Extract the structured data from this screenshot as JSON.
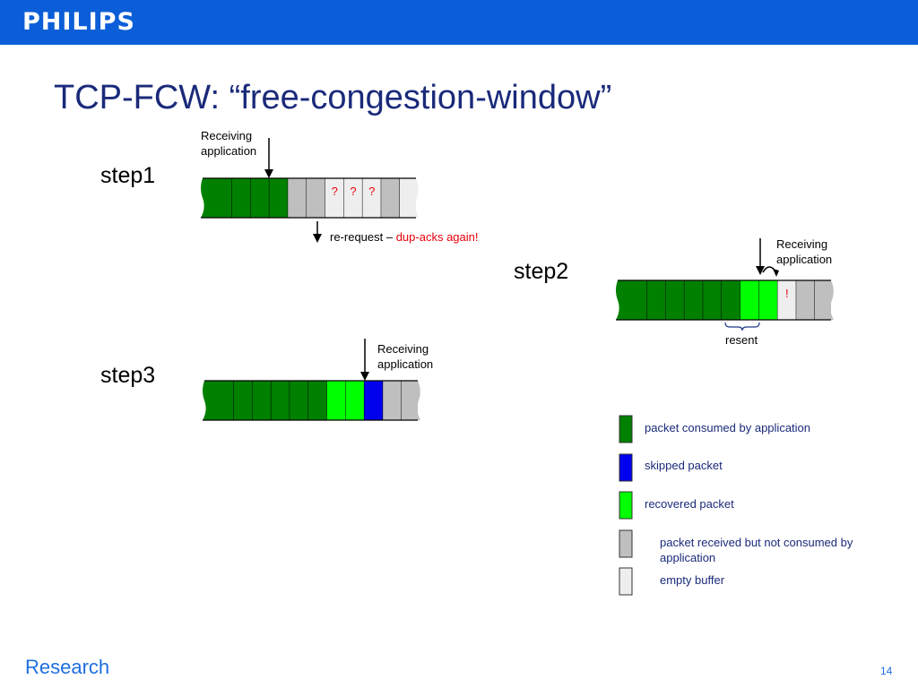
{
  "header": {
    "logo_text": "PHILIPS",
    "bar_color": "#0b5ed7"
  },
  "slide": {
    "title": "TCP-FCW: “free-congestion-window”"
  },
  "colors": {
    "consumed": "#008000",
    "skipped": "#0000ee",
    "recovered": "#00ff00",
    "received": "#bfbfbf",
    "empty": "#eeeeee",
    "accent_red": "#e8000b"
  },
  "steps": [
    {
      "label": "step1",
      "receiving_label": "Receiving application",
      "cells": [
        "consumed",
        "consumed",
        "consumed",
        "consumed",
        "received",
        "received",
        "empty",
        "empty",
        "empty",
        "received",
        "empty"
      ],
      "cell_marks": [
        "",
        "",
        "",
        "",
        "",
        "",
        "?",
        "?",
        "?",
        "",
        ""
      ]
    },
    {
      "label": "step2",
      "receiving_label": "Receiving application",
      "cells": [
        "consumed",
        "consumed",
        "consumed",
        "consumed",
        "consumed",
        "consumed",
        "recovered",
        "recovered",
        "empty",
        "received",
        "received"
      ],
      "cell_marks": [
        "",
        "",
        "",
        "",
        "",
        "",
        "",
        "",
        "!",
        "",
        ""
      ],
      "brace_label": "resent"
    },
    {
      "label": "step3",
      "receiving_label": "Receiving application",
      "cells": [
        "consumed",
        "consumed",
        "consumed",
        "consumed",
        "consumed",
        "consumed",
        "recovered",
        "recovered",
        "skipped",
        "received",
        "received"
      ],
      "cell_marks": [
        "",
        "",
        "",
        "",
        "",
        "",
        "",
        "",
        "",
        "",
        ""
      ]
    }
  ],
  "rerequest": {
    "prefix": "re-request – ",
    "highlight": "dup-acks again!"
  },
  "legend": [
    {
      "key": "consumed",
      "label": "packet consumed by application"
    },
    {
      "key": "skipped",
      "label": "skipped packet"
    },
    {
      "key": "recovered",
      "label": "recovered packet"
    },
    {
      "key": "received",
      "label": "packet received but not consumed by application"
    },
    {
      "key": "empty",
      "label": "empty buffer"
    }
  ],
  "footer": {
    "left": "Research",
    "page": "14"
  }
}
